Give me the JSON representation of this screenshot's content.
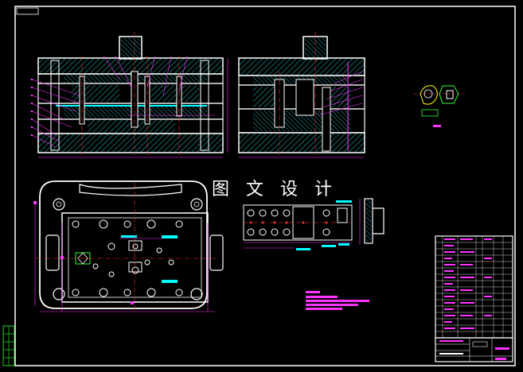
{
  "watermark_text": "图 文 设 计",
  "colors": {
    "background": "#000000",
    "frame": "#ffffff",
    "outline": "#ffffff",
    "hatch": "#00b0b0",
    "dimension": "#ff33ff",
    "centerline": "#ff3030",
    "accent_cyan": "#00ffff",
    "part_yellow": "#ffff00",
    "part_green": "#33ff33"
  },
  "views": [
    {
      "name": "front-section-view"
    },
    {
      "name": "side-section-view"
    },
    {
      "name": "plan-view-lower-die"
    },
    {
      "name": "strip-layout"
    },
    {
      "name": "part-detail"
    },
    {
      "name": "title-block"
    },
    {
      "name": "parts-list"
    },
    {
      "name": "technical-notes"
    }
  ]
}
